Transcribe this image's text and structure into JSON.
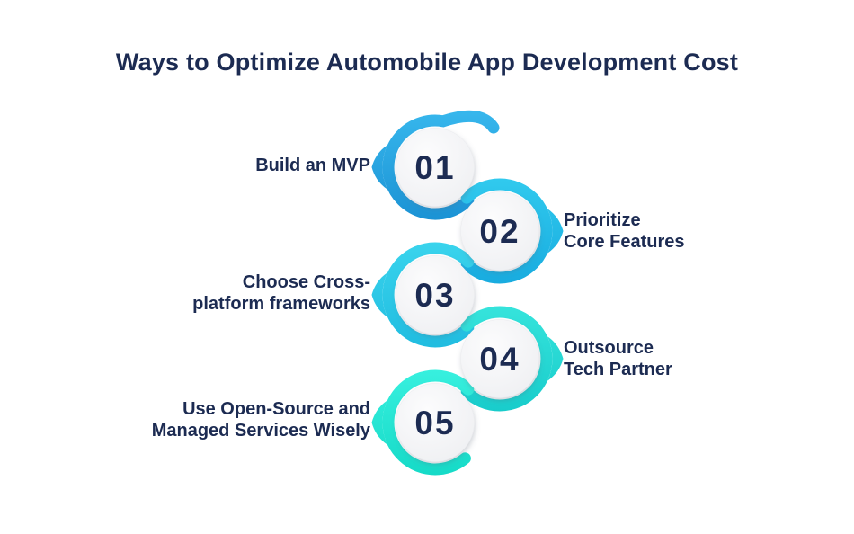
{
  "title": "Ways to Optimize Automobile App Development Cost",
  "steps": [
    {
      "number": "01",
      "label": "Build an MVP",
      "side": "left"
    },
    {
      "number": "02",
      "label": "Prioritize\nCore Features",
      "side": "right"
    },
    {
      "number": "03",
      "label": "Choose Cross-\nplatform frameworks",
      "side": "left"
    },
    {
      "number": "04",
      "label": "Outsource\nTech Partner",
      "side": "right"
    },
    {
      "number": "05",
      "label": "Use Open-Source and\nManaged Services Wisely",
      "side": "left"
    }
  ],
  "colors": {
    "background": "#FFFFFF",
    "title_text": "#1C2B52",
    "number_text": "#1C2B52",
    "label_text": "#1C2B52",
    "disc_fill_light": "#FCFCFD",
    "disc_fill_dark": "#EDEEF1",
    "ring1_start": "#36B6EC",
    "ring1_end": "#1B92D4",
    "ring2_start": "#31CAEE",
    "ring2_end": "#18ABDF",
    "ring3_start": "#3AD4ED",
    "ring3_end": "#20BCE0",
    "ring4_start": "#36E4DC",
    "ring4_end": "#18CCCB",
    "ring5_start": "#38F0DF",
    "ring5_end": "#15DAC7"
  }
}
